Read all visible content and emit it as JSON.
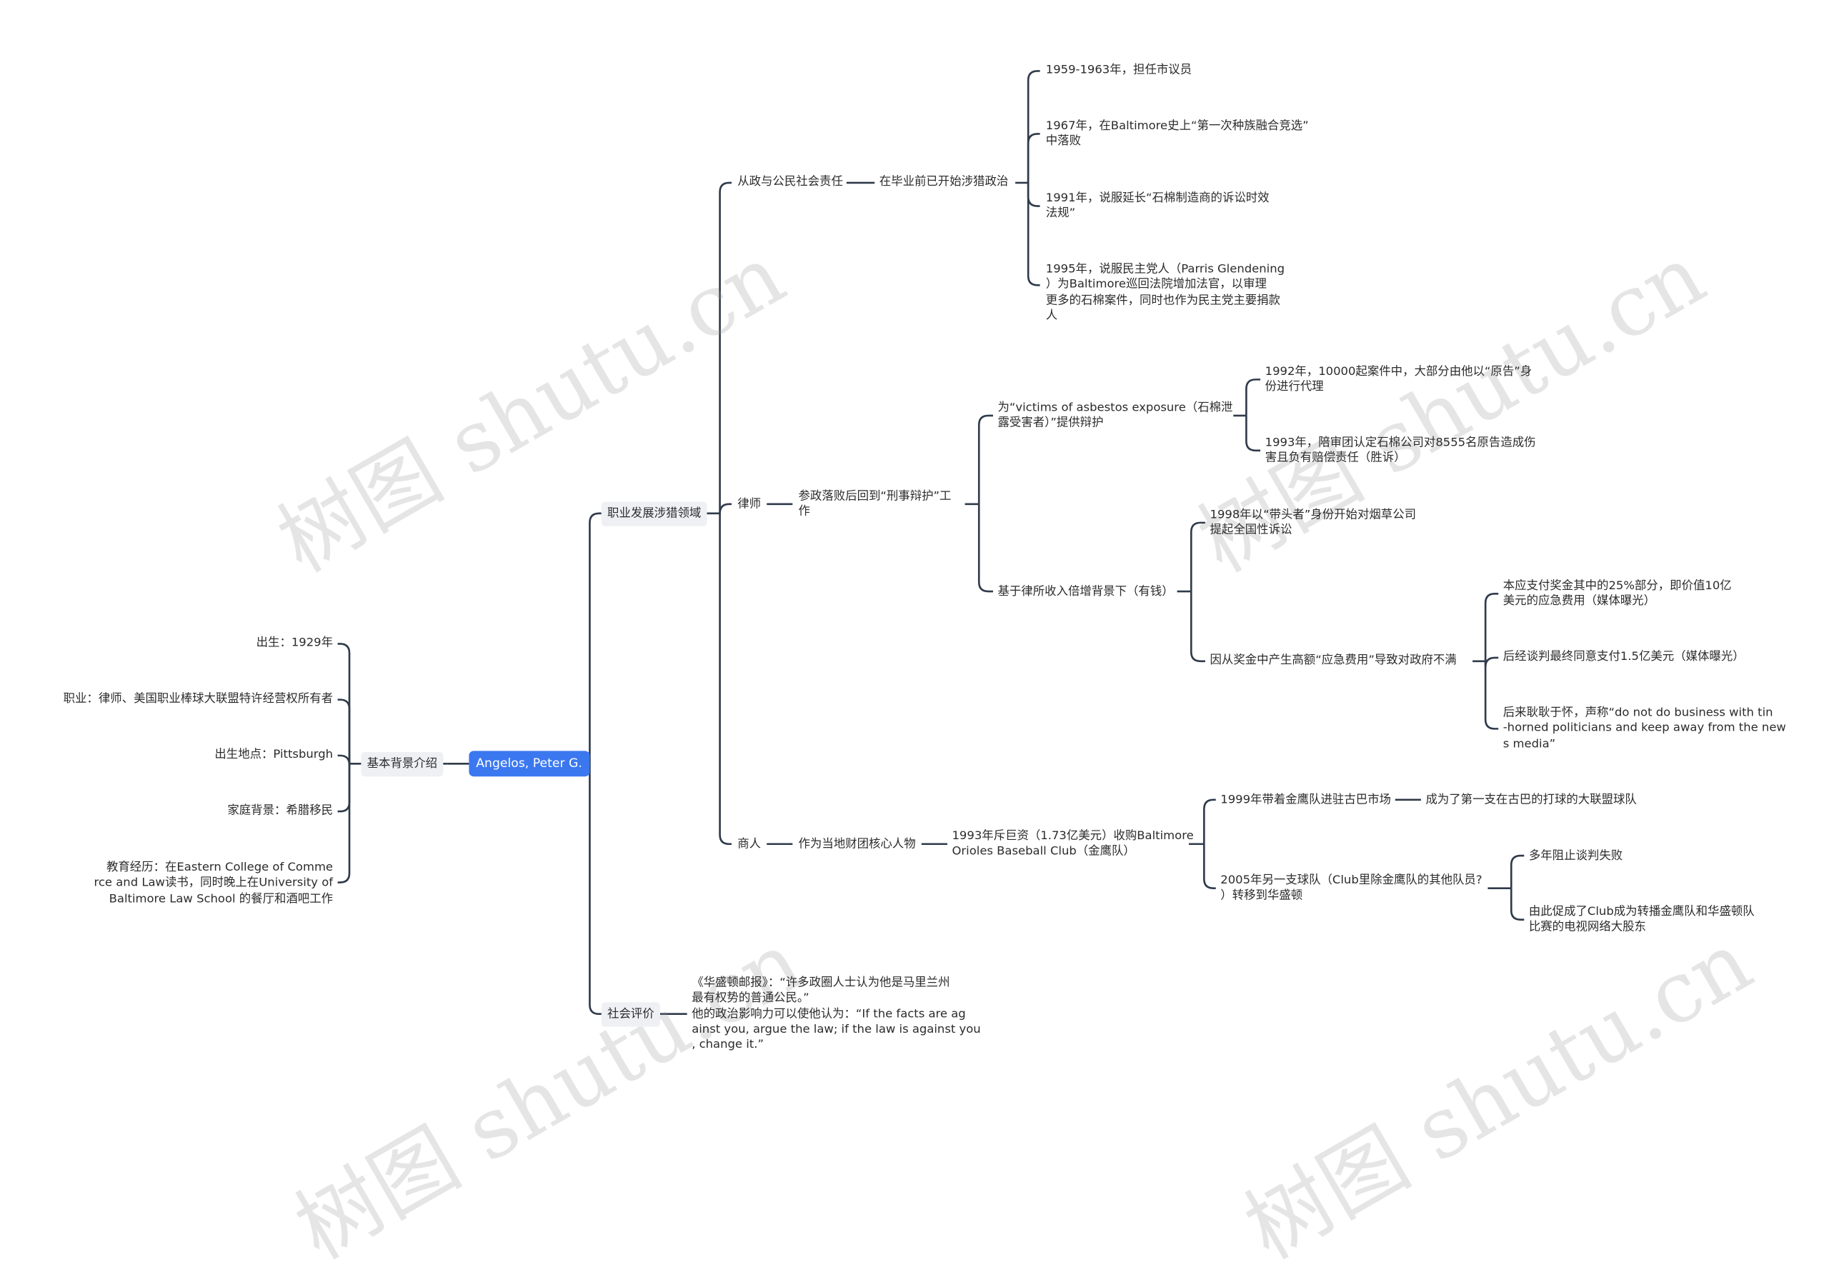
{
  "watermark": "树图 shutu.cn",
  "colors": {
    "root_fill": "#3b78f0",
    "section_fill": "#eef0f4",
    "line": "#2f3a4a",
    "text": "#2b2b2b"
  },
  "root": "Angelos, Peter G.",
  "left": {
    "title": "基本背景介绍",
    "items": [
      "出生：1929年",
      "职业：律师、美国职业棒球大联盟特许经营权所有者",
      "出生地点：Pittsburgh",
      "家庭背景：希腊移民",
      "教育经历：在Eastern College of Comme\nrce and Law读书，同时晚上在University of\n Baltimore Law School 的餐厅和酒吧工作"
    ]
  },
  "career": {
    "title": "职业发展涉猎领域",
    "politics": {
      "title": "从政与公民社会责任",
      "sub": "在毕业前已开始涉猎政治",
      "items": [
        "1959-1963年，担任市议员",
        "1967年，在Baltimore史上“第一次种族融合竞选”\n中落败",
        "1991年，说服延长“石棉制造商的诉讼时效\n法规”",
        "1995年，说服民主党人（Parris Glendening\n）为Baltimore巡回法院增加法官，以审理\n更多的石棉案件，同时也作为民主党主要捐款\n人"
      ]
    },
    "lawyer": {
      "title": "律师",
      "sub": "参政落败后回到“刑事辩护”工\n作",
      "asbestos": {
        "title": "为“victims of asbestos exposure（石棉泄\n露受害者）”提供辩护",
        "items": [
          "1992年，10000起案件中，大部分由他以“原告”身\n份进行代理",
          "1993年，陪审团认定石棉公司对8555名原告造成伤\n害且负有赔偿责任（胜诉）"
        ]
      },
      "income": {
        "title": "基于律所收入倍增背景下（有钱）",
        "item1": "1998年以“带头者”身份开始对烟草公司\n提起全国性诉讼",
        "fee": {
          "title": "因从奖金中产生高额“应急费用”导致对政府不满",
          "items": [
            "本应支付奖金其中的25%部分，即价值10亿\n美元的应急费用（媒体曝光）",
            "后经谈判最终同意支付1.5亿美元（媒体曝光）",
            "后来耿耿于怀，声称“do not do business with tin\n-horned politicians and keep away from the new\ns media”"
          ]
        }
      }
    },
    "business": {
      "title": "商人",
      "sub": "作为当地财团核心人物",
      "acq": "1993年斥巨资（1.73亿美元）收购Baltimore\n Orioles Baseball Club（金鹰队）",
      "cuba": {
        "title": "1999年带着金鹰队进驻古巴市场",
        "result": "成为了第一支在古巴的打球的大联盟球队"
      },
      "wash": {
        "title": "2005年另一支球队（Club里除金鹰队的其他队员?\n）转移到华盛顿",
        "items": [
          "多年阻止谈判失败",
          "由此促成了Club成为转播金鹰队和华盛顿队\n比赛的电视网络大股东"
        ]
      }
    }
  },
  "social": {
    "title": "社会评价",
    "text": "《华盛顿邮报》：“许多政圈人士认为他是马里兰州\n最有权势的普通公民。”\n他的政治影响力可以使他认为：“If the facts are ag\nainst you, argue the law; if the law is against you\n, change it.”"
  }
}
